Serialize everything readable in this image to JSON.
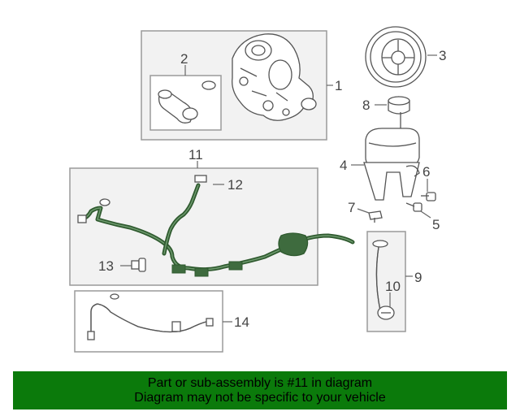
{
  "callouts": {
    "c1": "1",
    "c2": "2",
    "c3": "3",
    "c4": "4",
    "c5": "5",
    "c6": "6",
    "c7": "7",
    "c8": "8",
    "c9": "9",
    "c10": "10",
    "c11": "11",
    "c12": "12",
    "c13": "13",
    "c14": "14"
  },
  "banner": {
    "line1": "Part or sub-assembly is #11 in diagram",
    "line2": "Diagram may not be specific to your vehicle"
  },
  "colors": {
    "banner_bg": "#0b7a0b",
    "highlight_hose": "#2f5a2f"
  }
}
